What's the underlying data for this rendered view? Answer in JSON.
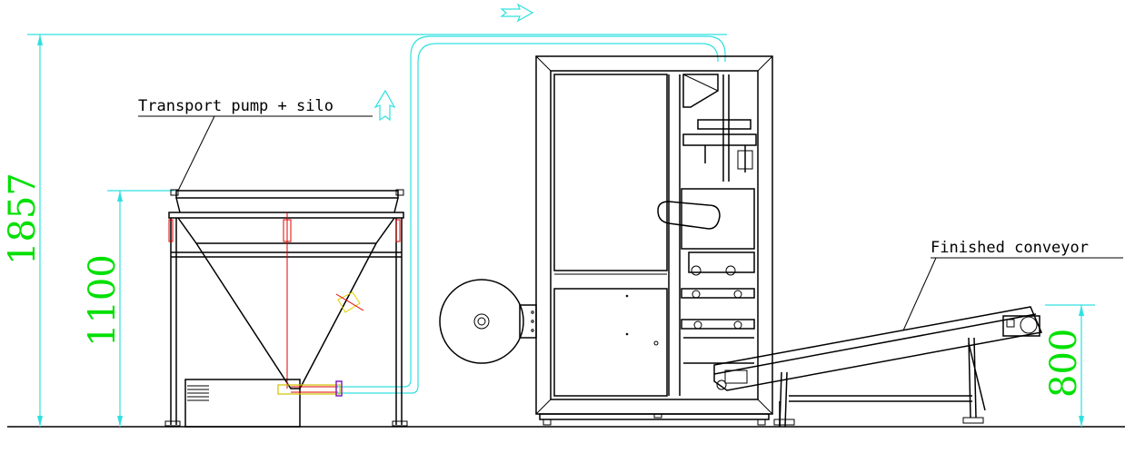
{
  "labels": {
    "pump": "Transport pump + silo",
    "conveyor": "Finished conveyor"
  },
  "dimensions": {
    "overall": "1857",
    "silo": "1100",
    "conveyor": "800"
  },
  "colors": {
    "dimension_text": "#00e000",
    "dimension_line": "#30e0e0",
    "pipe": "#30e0e0",
    "drawing": "#000000",
    "red_axis": "#e00000"
  }
}
